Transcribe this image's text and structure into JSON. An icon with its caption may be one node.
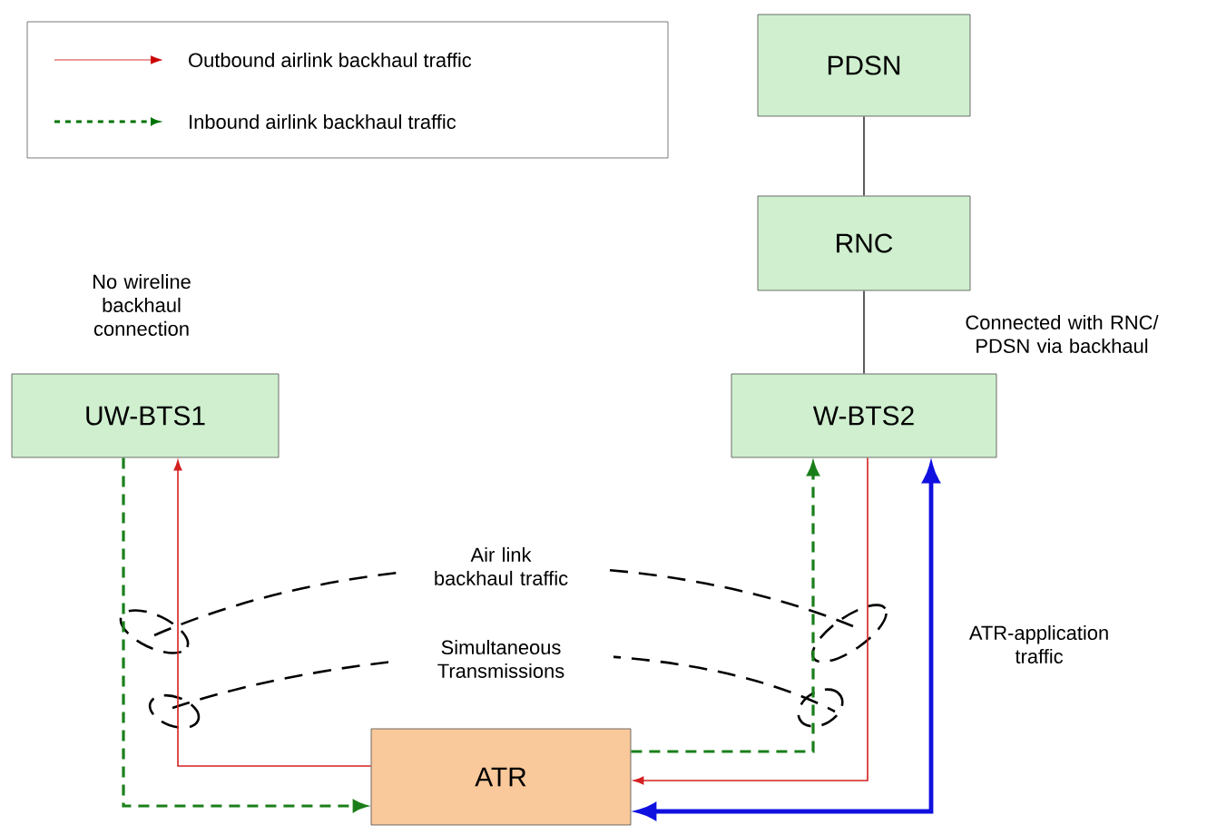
{
  "diagram": {
    "nodes": [
      {
        "text": [
          "PDSN"
        ]
      },
      {
        "text": [
          "RNC"
        ]
      },
      {
        "text": [
          "UW-BTS1"
        ],
        "beside": [
          "No wireline backhaul connection"
        ]
      },
      {
        "text": [
          "W-BTS2"
        ],
        "beside": [
          "Connected with RNC/ PDSN via backhaul"
        ]
      },
      {
        "text": [
          "ATR"
        ]
      }
    ],
    "edges": [
      {
        "from": 0,
        "to": 1,
        "arrow": "none"
      },
      {
        "from": 1,
        "to": 3,
        "arrow": "none"
      },
      {
        "from": 2,
        "to": 4,
        "arrow": "to",
        "style": "dashed",
        "color": "#1a7f1a"
      },
      {
        "from": 4,
        "to": 2,
        "arrow": "to",
        "color": "#d42020"
      },
      {
        "from": 4,
        "to": 3,
        "arrow": "to",
        "style": "dashed",
        "color": "#1a7f1a"
      },
      {
        "from": 3,
        "to": 4,
        "arrow": "to",
        "color": "#d42020"
      },
      {
        "from": 3,
        "to": 4,
        "arrow": "both",
        "style": "thick",
        "color": "#1010e0",
        "label": "ATR-application traffic"
      }
    ],
    "labels": [
      "Air link backhaul traffic",
      "Simultaneous Transmissions"
    ],
    "legend": [
      {
        "text": "Outbound airlink backhaul traffic"
      },
      {
        "text": "Inbound airlink backhaul traffic"
      }
    ]
  }
}
